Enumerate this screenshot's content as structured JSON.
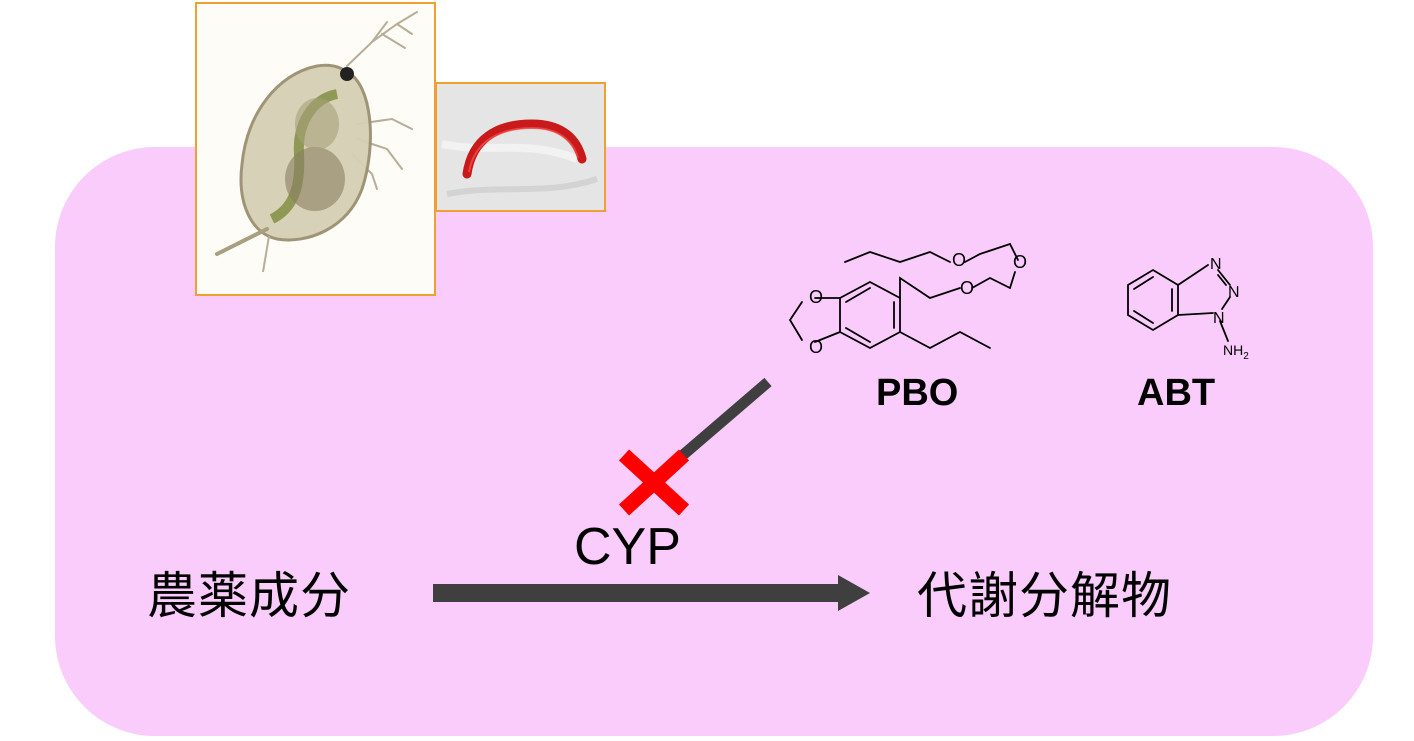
{
  "diagram": {
    "background_color": "#f9ccfb",
    "frame_color": "#f0a030",
    "photos": [
      {
        "subject": "daphnia-photo"
      },
      {
        "subject": "red-larva-photo"
      }
    ],
    "inhibitors": [
      {
        "label": "PBO"
      },
      {
        "label": "ABT"
      }
    ],
    "enzyme_label": "CYP",
    "inhibition_mark_color": "#ff0000",
    "substrate_label": "農薬成分",
    "product_label": "代謝分解物",
    "abt_atoms": {
      "n1": "N",
      "n2": "N",
      "n3": "N",
      "amine": "NH"
    },
    "pbo_atoms": {
      "o1": "O",
      "o2": "O",
      "o3": "O",
      "o4": "O"
    }
  }
}
